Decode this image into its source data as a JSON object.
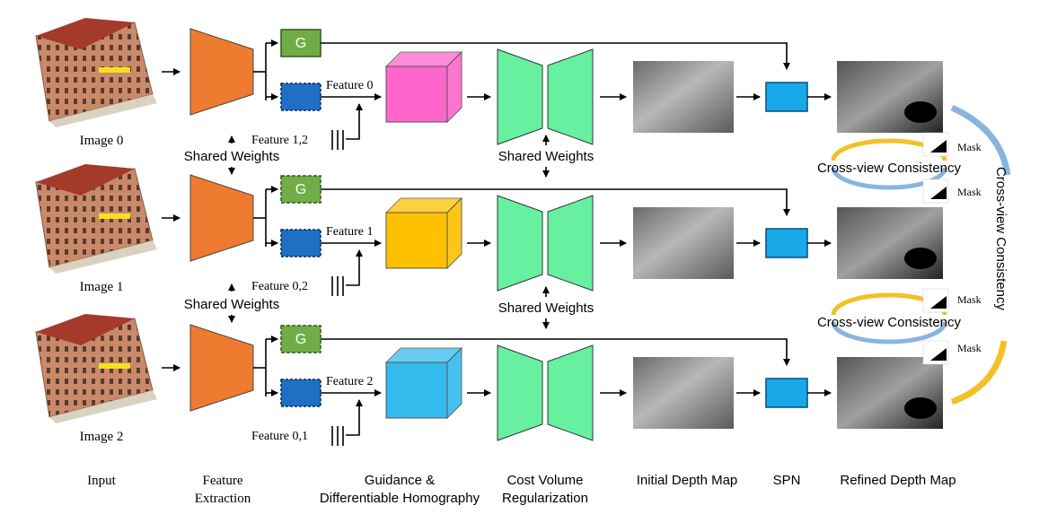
{
  "rows": [
    {
      "image_label": "Image 0",
      "feature_label": "Feature 0",
      "other_features_label": "Feature 1,2",
      "guidance_label": "G",
      "volume_color": "#ff66cc"
    },
    {
      "image_label": "Image 1",
      "feature_label": "Feature 1",
      "other_features_label": "Feature 0,2",
      "guidance_label": "G",
      "volume_color": "#ffc000"
    },
    {
      "image_label": "Image 2",
      "feature_label": "Feature 2",
      "other_features_label": "Feature 0,1",
      "guidance_label": "G",
      "volume_color": "#33bbee"
    }
  ],
  "shared_weights_label": "Shared Weights",
  "cross_view_label": "Cross-view Consistency",
  "mask_label": "Mask",
  "stage_labels": {
    "input": "Input",
    "feature_extraction": [
      "Feature",
      "Extraction"
    ],
    "guidance": [
      "Guidance &",
      "Differentiable Homography"
    ],
    "cost_volume": [
      "Cost Volume",
      "Regularization"
    ],
    "initial_depth": "Initial Depth Map",
    "spn": "SPN",
    "refined_depth": "Refined Depth Map"
  },
  "colors": {
    "encoder": "#ee7b30",
    "guidance_box": "#70ad47",
    "feature_box": "#1f6fc5",
    "regularization": "#66f0a0",
    "spn": "#1aa9e8",
    "arc_yellow": "#f2c028",
    "arc_blue": "#8ab4de"
  }
}
